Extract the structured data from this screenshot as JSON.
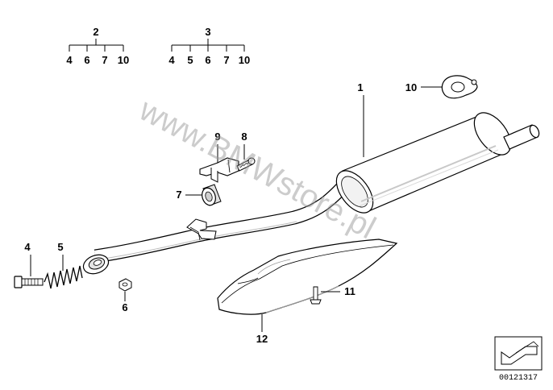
{
  "groups": [
    {
      "label": "2",
      "items": [
        "4",
        "6",
        "7",
        "10"
      ]
    },
    {
      "label": "3",
      "items": [
        "4",
        "5",
        "6",
        "7",
        "10"
      ]
    }
  ],
  "callouts": {
    "c1": "1",
    "c4": "4",
    "c5": "5",
    "c6": "6",
    "c7": "7",
    "c8": "8",
    "c9": "9",
    "c10": "10",
    "c11": "11",
    "c12": "12"
  },
  "watermark": "www.BMWstore.pl",
  "diagram_number": "00121317",
  "icon": "directional-arrow-icon"
}
